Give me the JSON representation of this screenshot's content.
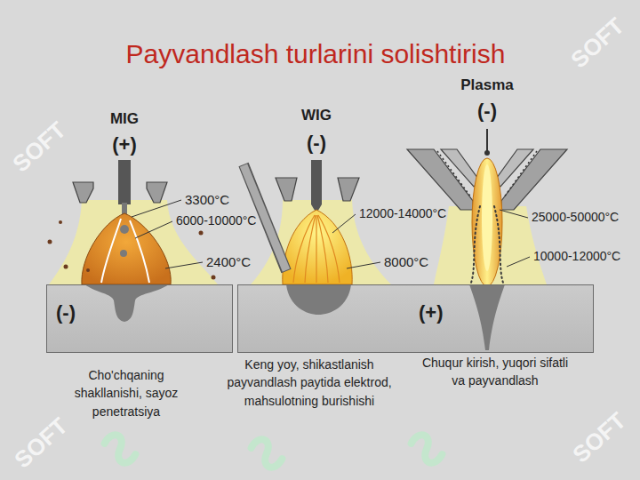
{
  "diagram": {
    "title": "Payvandlash turlarini solishtirish",
    "nodes": [
      {
        "text": [
          "(-)"
        ]
      },
      {
        "text": [
          "(+)"
        ]
      }
    ],
    "labels": [
      "MIG",
      "(+)",
      "3300°C",
      "6000-10000°C",
      "2400°C",
      "WIG",
      "(-)",
      "12000-14000°C",
      "8000°C",
      "Plasma",
      "(-)",
      "25000-50000°C",
      "10000-12000°C",
      "Cho'chqaning shakllanishi, sayoz penetratsiya",
      "Keng yoy, shikastlanish payvandlash paytida elektrod, mahsulotning burishishi",
      "Chuqur kirish, yuqori sifatli va payvandlash",
      "SOFT",
      "SOFT",
      "SOFT",
      "SOFT"
    ]
  }
}
